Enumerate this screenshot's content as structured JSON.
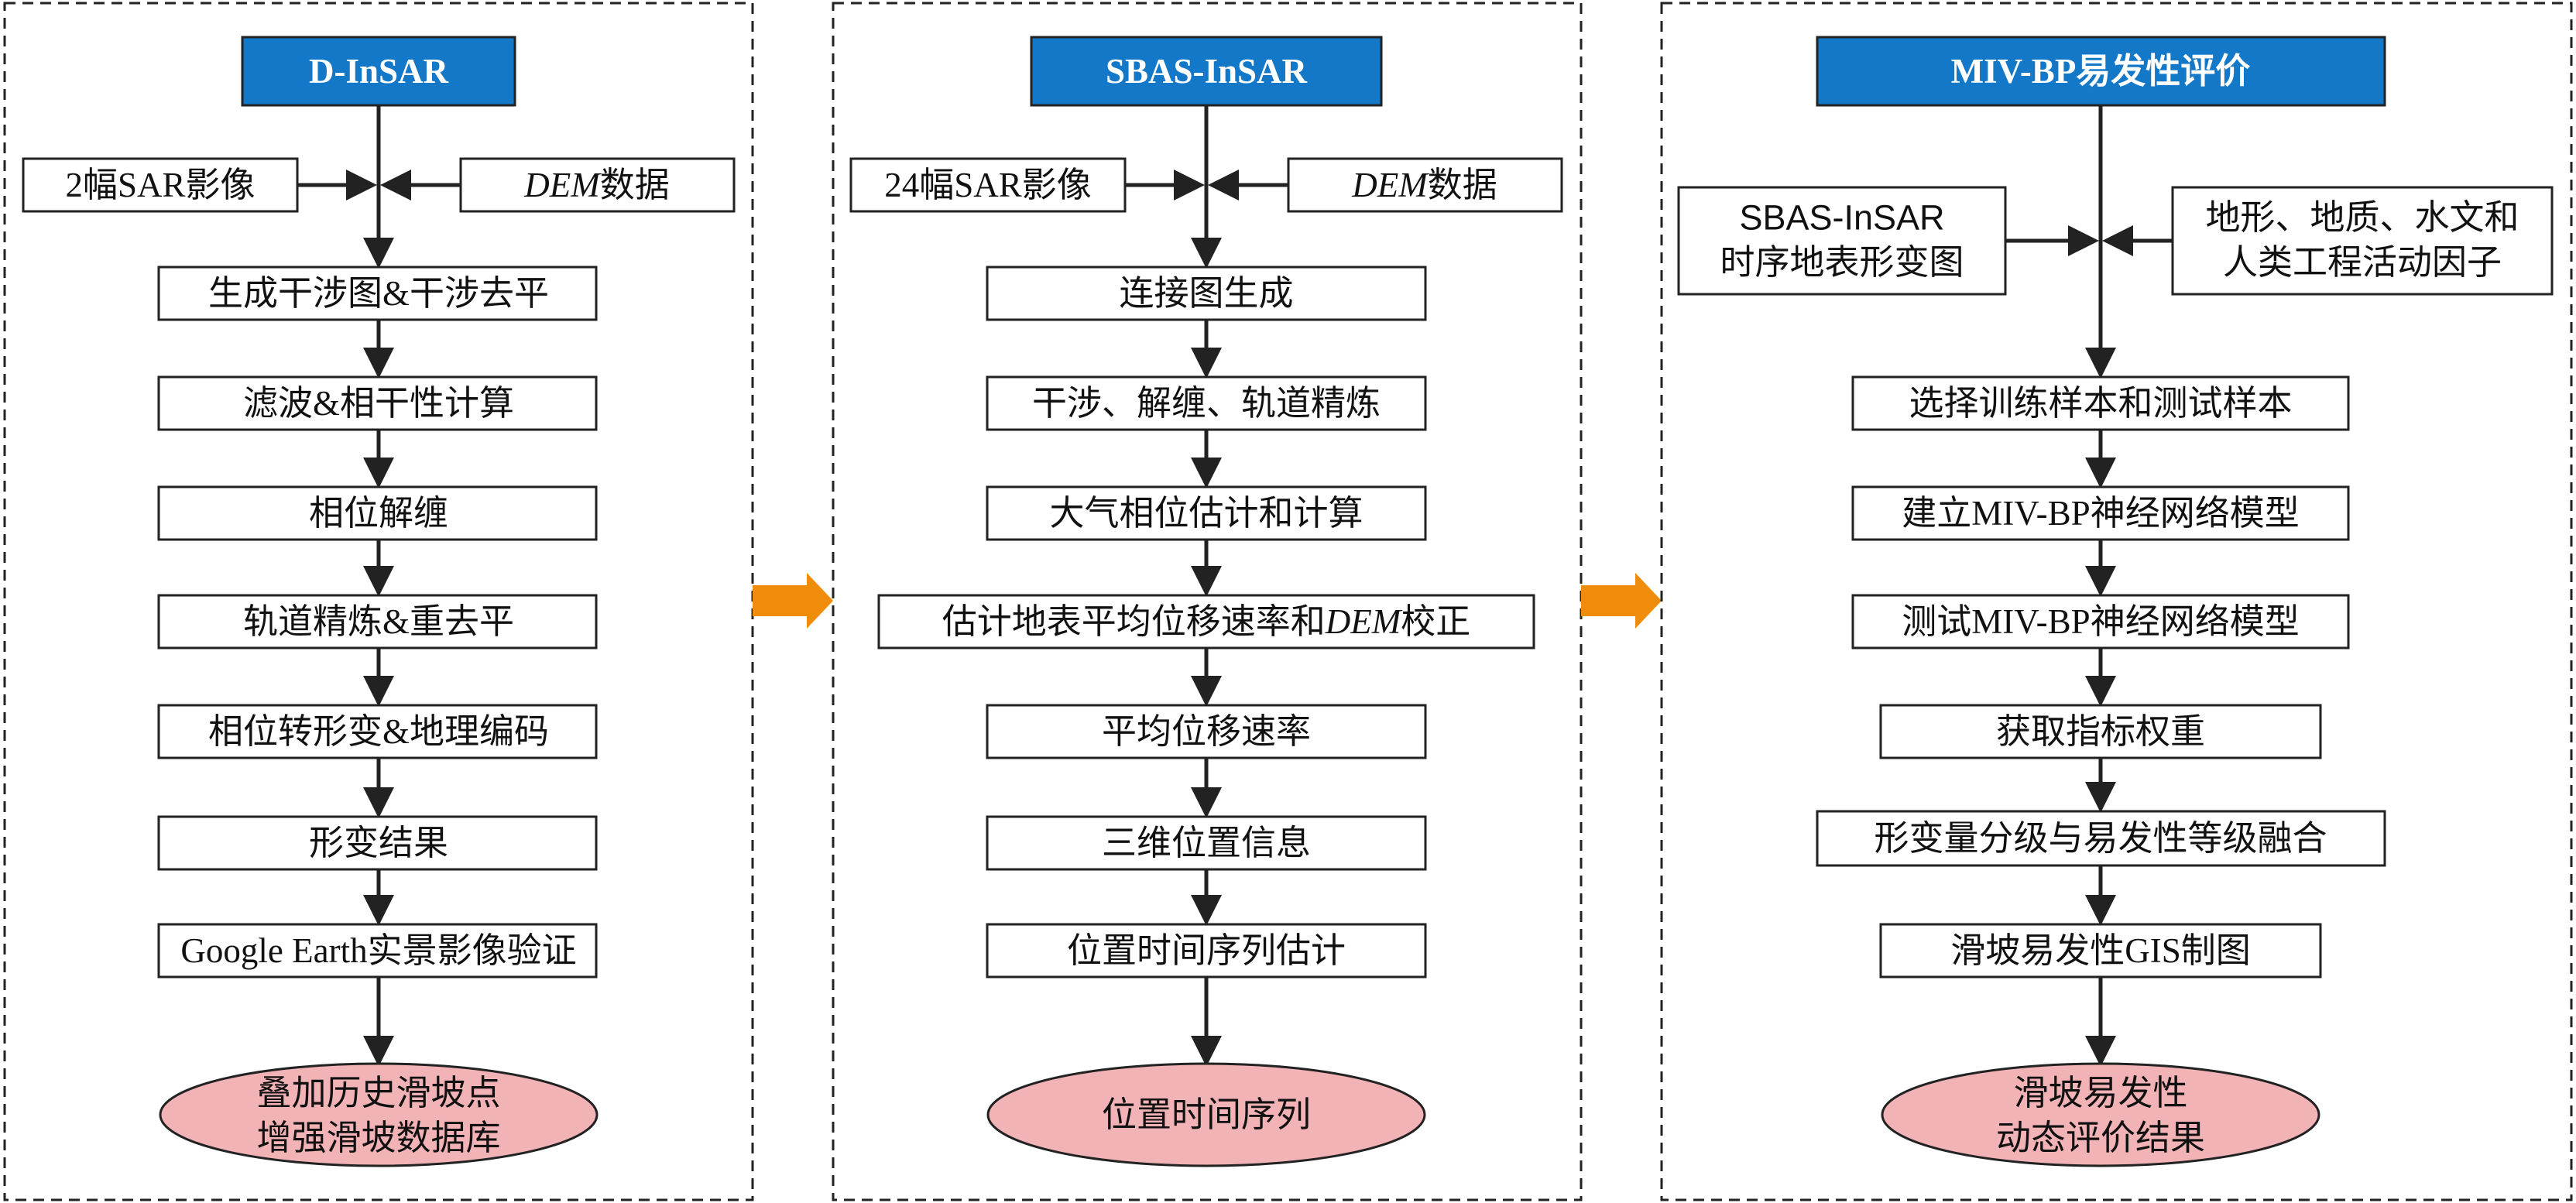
{
  "panel1": {
    "header": "D-InSAR",
    "input_left": "2幅SAR影像",
    "input_right_italic": "DEM",
    "input_right_suffix": "数据",
    "steps": [
      "生成干涉图&干涉去平",
      "滤波&相干性计算",
      "相位解缠",
      "轨道精炼&重去平",
      "相位转形变&地理编码",
      "形变结果",
      "Google Earth实景影像验证"
    ],
    "result_line1": "叠加历史滑坡点",
    "result_line2": "增强滑坡数据库"
  },
  "panel2": {
    "header": "SBAS-InSAR",
    "input_left": "24幅SAR影像",
    "input_right_italic": "DEM",
    "input_right_suffix": "数据",
    "steps": [
      "连接图生成",
      "干涉、解缠、轨道精炼",
      "大气相位估计和计算",
      "估计地表平均位移速率和DEM校正",
      "平均位移速率",
      "三维位置信息",
      "位置时间序列估计"
    ],
    "step4_prefix": "估计地表平均位移速率和",
    "step4_italic": "DEM",
    "step4_suffix": "校正",
    "result": "位置时间序列"
  },
  "panel3": {
    "header": "MIV-BP易发性评价",
    "input_left_line1": "SBAS-InSAR",
    "input_left_line2": "时序地表形变图",
    "input_right_line1": "地形、地质、水文和",
    "input_right_line2": "人类工程活动因子",
    "steps": [
      "选择训练样本和测试样本",
      "建立MIV-BP神经网络模型",
      "测试MIV-BP神经网络模型",
      "获取指标权重",
      "形变量分级与易发性等级融合",
      "滑坡易发性GIS制图"
    ],
    "result_line1": "滑坡易发性",
    "result_line2": "动态评价结果"
  },
  "colors": {
    "header_fill": "#1478c8",
    "result_fill": "#f2b3b6",
    "connector_arrow": "#f08c0c"
  }
}
